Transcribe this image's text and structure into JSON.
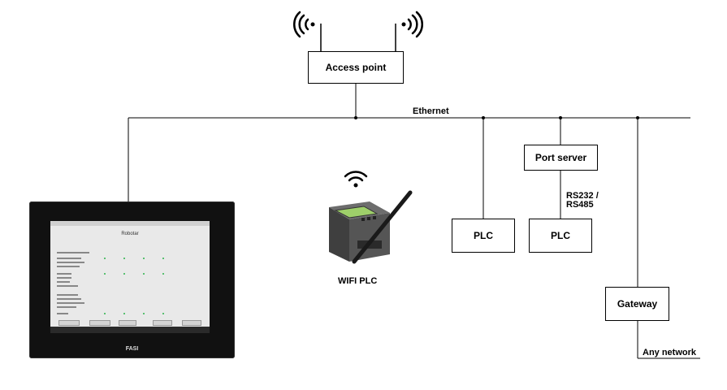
{
  "diagram": {
    "nodes": {
      "access_point": "Access point",
      "port_server": "Port server",
      "plc_left": "PLC",
      "plc_right": "PLC",
      "gateway": "Gateway"
    },
    "labels": {
      "ethernet": "Ethernet",
      "rs232": "RS232 /",
      "rs485": "RS485",
      "wifi_plc": "WIFI PLC",
      "any_network": "Any network"
    },
    "tablet": {
      "screen_title": "Robotar",
      "brand": "FASI"
    },
    "icons": [
      "wifi-signal-icon",
      "wifi-icon"
    ],
    "colors": {
      "line": "#000000",
      "tablet_frame": "#111111",
      "screen": "#e9e9e9",
      "status_green": "#2bb34a"
    }
  }
}
